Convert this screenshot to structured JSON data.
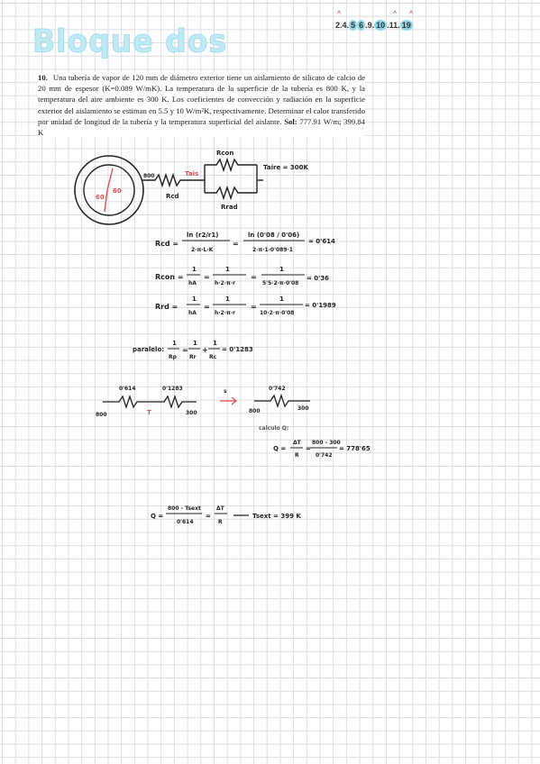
{
  "header": {
    "title": "Bloque dos",
    "problem_list": [
      "2",
      "4",
      "5",
      "6",
      "9",
      "10",
      "11",
      "19"
    ],
    "highlighted": [
      "5",
      "6",
      "10",
      "19"
    ],
    "marks": [
      "^",
      "^",
      "^"
    ]
  },
  "statement": {
    "number": "10.",
    "text": "Una tubería de vapor de 120 mm de diámetro exterior tiene un aislamiento de silicato de calcio de 20 mm de espesor (K=0.089 W/mK). La temperatura de la superficie de la tubería es 800 K, y la temperatura del aire ambiente es 300 K. Los coeficientes de convección y radiación en la superficie exterior del aislamiento se estiman en 5.5 y 10 W/m²K, respectivamente. Determinar el calor transferido por unidad de longitud de la tubería y la temperatura superficial del aislante.",
    "solution_label": "Sol:",
    "solution": "777.91 W/m; 399.84 K"
  },
  "diagram": {
    "pipe_r1": "60",
    "pipe_r2": "60",
    "t_in": "800",
    "t_ais": "Tais",
    "r_cond": "Rcd",
    "r_conv": "Rcon",
    "r_rad": "Rrad",
    "t_air": "Taire = 300K"
  },
  "equations": {
    "rcd_lhs": "Rcd =",
    "rcd_num": "ln (r2/r1)",
    "rcd_den": "2·π·L·K",
    "rcd_num2": "ln (0'08 / 0'06)",
    "rcd_den2": "2·π·1·0'089·1",
    "rcd_val": "= 0'614",
    "rcon_lhs": "Rcon =",
    "rcon_f1n": "1",
    "rcon_f1d": "hA",
    "rcon_f2d": "h·2·π·r",
    "rcon_f3d": "5'5·2·π·0'08",
    "rcon_val": "= 0'36",
    "rrd_lhs": "Rrd =",
    "rrd_f2d": "h·2·π·r",
    "rrd_f3d": "10·2·π·0'08",
    "rrd_val": "= 0'1989",
    "paralelo_label": "paralelo:",
    "paralelo_lhs_d": "Rp",
    "paralelo_r1": "Rr",
    "paralelo_r2": "Rc",
    "paralelo_val": "= 0'1283"
  },
  "circuits": {
    "c1_r1": "0'614",
    "c1_r2": "0'1283",
    "c1_left": "800",
    "c1_mid": "T",
    "c1_right": "300",
    "arrow_label": "s",
    "c2_r": "0'742",
    "c2_left": "800",
    "c2_right": "300",
    "calc_label": "calculo Q:",
    "q_lhs": "Q =",
    "q_num": "ΔT",
    "q_den": "R",
    "q_num2": "800 - 300",
    "q_den2": "0'742",
    "q_val": "= 778'65"
  },
  "final": {
    "lhs": "Q =",
    "num": "800 - Tsext",
    "den": "0'614",
    "mid_num": "ΔT",
    "mid_den": "R",
    "result": "Tsext = 399 K"
  }
}
